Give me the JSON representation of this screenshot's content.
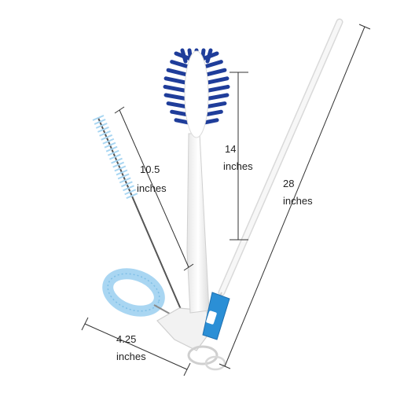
{
  "measurements": {
    "small_brush": {
      "value": "10.5",
      "unit": "inches"
    },
    "bottle_brush": {
      "value": "14",
      "unit": "inches"
    },
    "long_brush": {
      "value": "28",
      "unit": "inches"
    },
    "loop_brush": {
      "value": "4.25",
      "unit": "inches"
    }
  },
  "colors": {
    "bristle_blue": "#1f3d9a",
    "light_blue": "#a9d6f2",
    "handle_white": "#f4f4f4",
    "clip_blue": "#2b8fd6",
    "wire": "#555555",
    "dim_line": "#333333"
  }
}
